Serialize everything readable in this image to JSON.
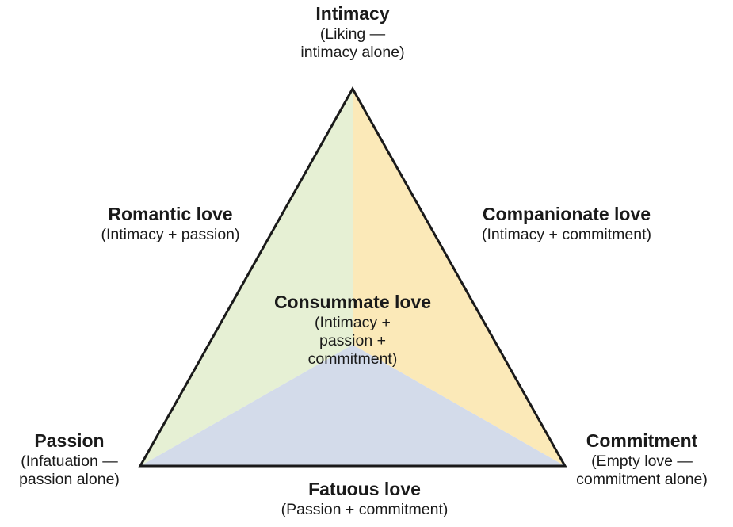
{
  "colors": {
    "romantic_region": "#e6f0d4",
    "companionate_region": "#fbe9b8",
    "fatuous_region": "#d3dbea",
    "outline": "#1a1a1a"
  },
  "vertices": {
    "intimacy": {
      "title": "Intimacy",
      "subtitle_1": "(Liking —",
      "subtitle_2": "intimacy alone)"
    },
    "passion": {
      "title": "Passion",
      "subtitle_1": "(Infatuation —",
      "subtitle_2": "passion alone)"
    },
    "commitment": {
      "title": "Commitment",
      "subtitle_1": "(Empty love —",
      "subtitle_2": "commitment alone)"
    }
  },
  "sides": {
    "romantic": {
      "title": "Romantic love",
      "subtitle": "(Intimacy + passion)"
    },
    "companionate": {
      "title": "Companionate love",
      "subtitle": "(Intimacy + commitment)"
    },
    "fatuous": {
      "title": "Fatuous love",
      "subtitle": "(Passion + commitment)"
    }
  },
  "center": {
    "title": "Consummate love",
    "subtitle_1": "(Intimacy +",
    "subtitle_2": "passion +",
    "subtitle_3": "commitment)"
  }
}
